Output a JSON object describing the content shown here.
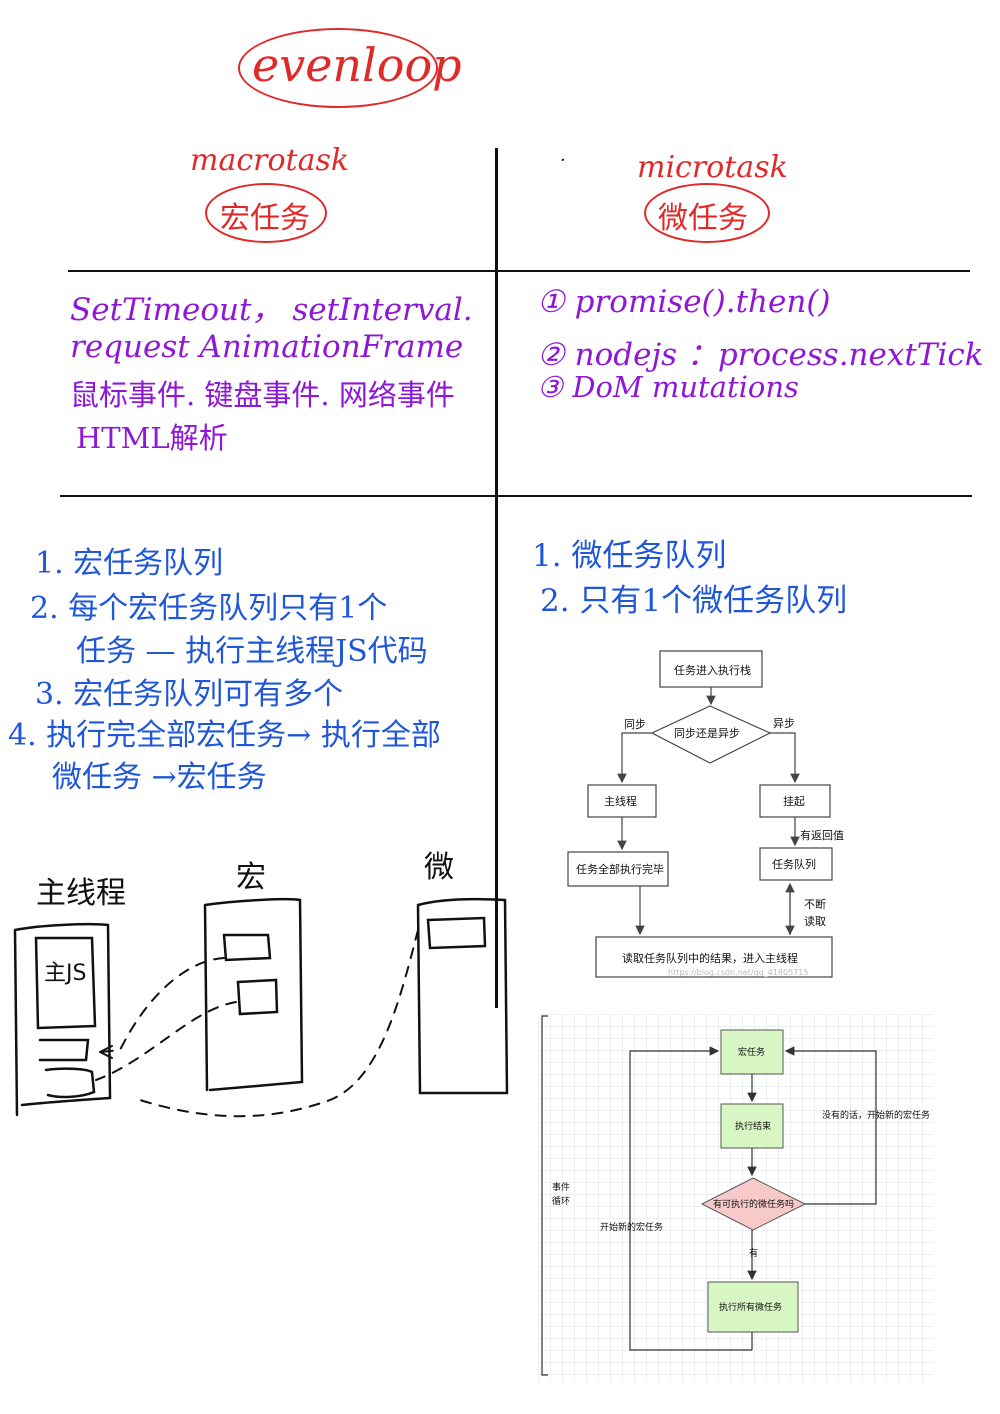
{
  "title": "evenloop",
  "macro": {
    "label_en": "macrotask",
    "label_cn": "宏任务"
  },
  "micro": {
    "dot": "·",
    "label_en": "microtask",
    "label_cn": "微任务"
  },
  "macro_sources": [
    "SetTimeout， setInterval.",
    "request AnimationFrame",
    "鼠标事件. 键盘事件. 网络事件",
    "HTML解析"
  ],
  "micro_sources": [
    "① promise().then()",
    "② nodejs ：process.nextTick",
    "③ DoM mutations"
  ],
  "macro_notes": [
    "1.  宏任务队列",
    "2.  每个宏任务队列只有1个",
    "任务 — 执行主线程JS代码",
    "3.  宏任务队列可有多个",
    "4. 执行完全部宏任务→ 执行全部",
    "微任务 →宏任务"
  ],
  "micro_notes": [
    "1.  微任务队列",
    "2.  只有1个微任务队列"
  ],
  "sketch": {
    "main_thread_label": "主线程",
    "macro_label": "宏",
    "micro_label": "微",
    "main_js": "主JS"
  },
  "flow1": {
    "enter_stack": "任务进入执行栈",
    "decision": "同步还是异步",
    "sync": "同步",
    "async": "异步",
    "main_thread": "主线程",
    "suspend": "挂起",
    "return_value": "有返回值",
    "all_done": "任务全部执行完毕",
    "task_queue": "任务队列",
    "continuous_1": "不断",
    "continuous_2": "读取",
    "read_queue": "读取任务队列中的结果，进入主线程",
    "watermark": "https://blog.csdn.net/qq_41805715"
  },
  "flow2": {
    "macro_task": "宏任务",
    "exec_end": "执行结束",
    "has_micro": "有可执行的微任务吗",
    "yes": "有",
    "exec_all_micro": "执行所有微任务",
    "no_new_macro": "没有的话，开始新的宏任务",
    "start_new_macro": "开始新的宏任务",
    "loop_1": "事件",
    "loop_2": "循环"
  }
}
